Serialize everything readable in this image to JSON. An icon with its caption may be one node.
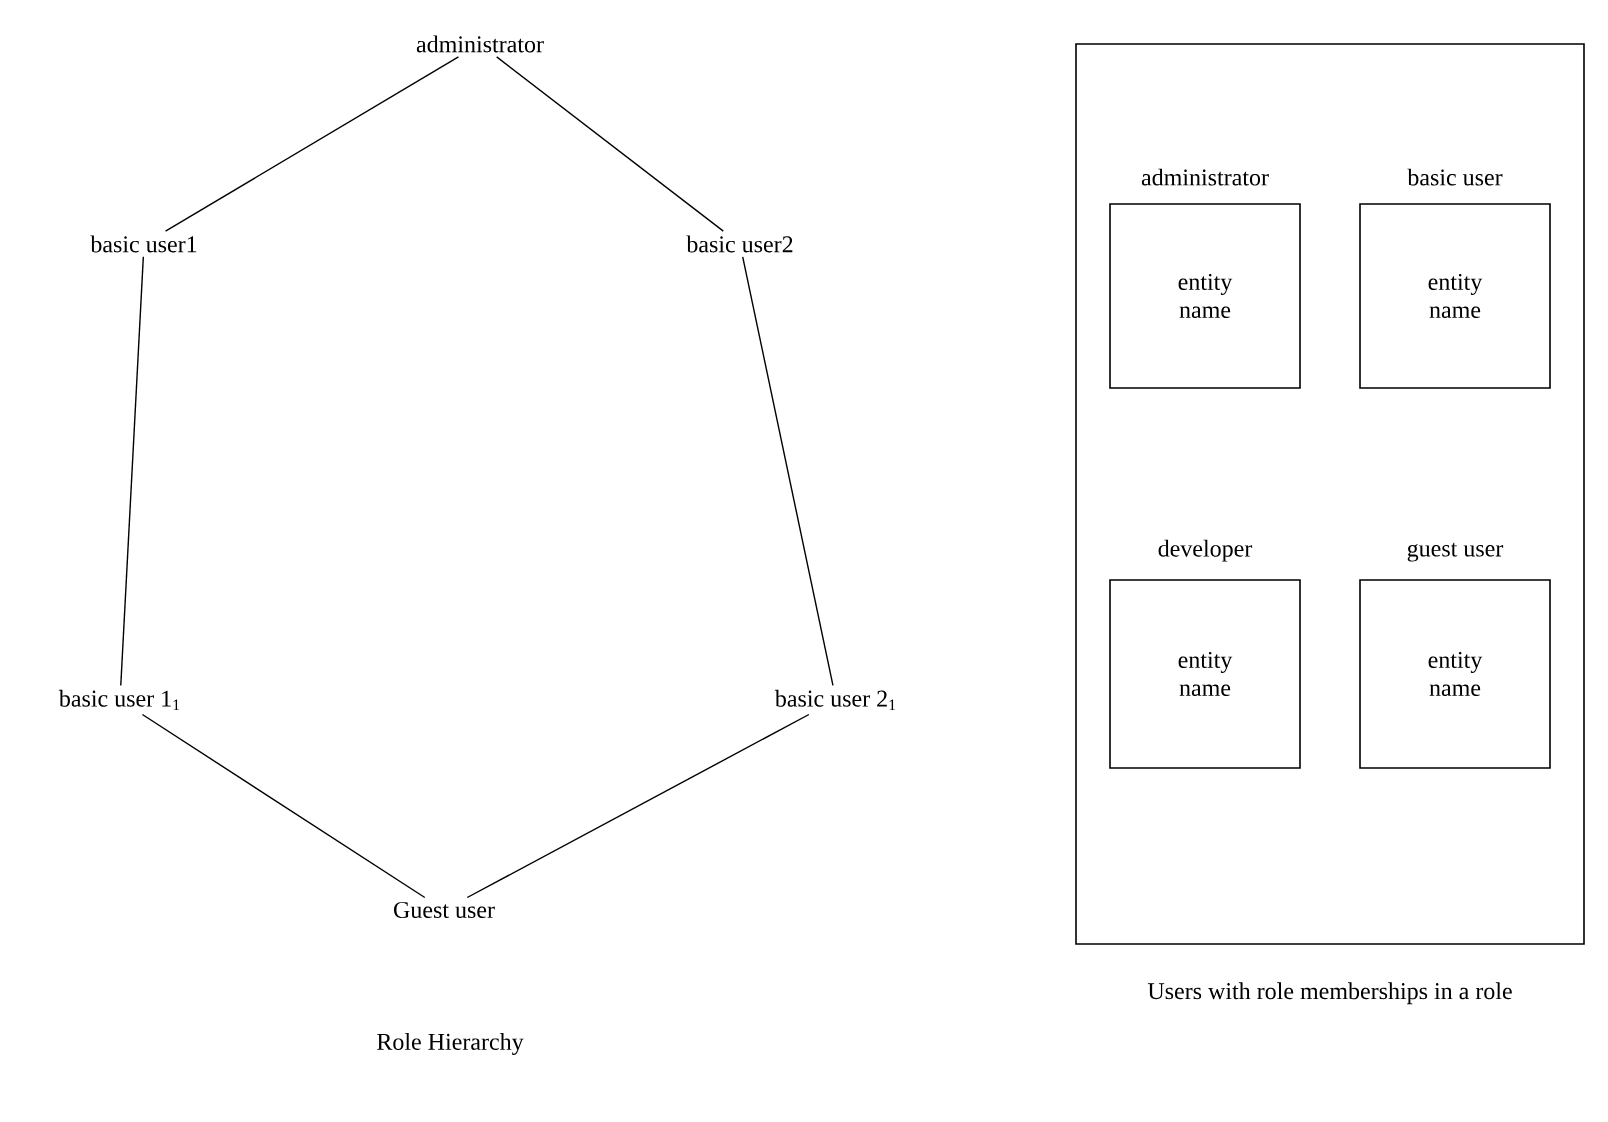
{
  "diagram": {
    "nodes": [
      {
        "text": [
          "administrator"
        ]
      },
      {
        "text": [
          "basic user1"
        ]
      },
      {
        "text": [
          "basic user2"
        ]
      },
      {
        "text": [
          "basic user 1$_{1}$"
        ]
      },
      {
        "text": [
          "basic user 2$_{1}$"
        ]
      },
      {
        "text": [
          "Guest user"
        ]
      },
      {
        "text": [],
        "shape": "box",
        "beside": [
          "Users with role memberships in a role"
        ]
      },
      {
        "text": [
          "administrator",
          "entity name"
        ],
        "in": 6
      },
      {
        "text": [
          "basic user",
          "entity name"
        ],
        "in": 6
      },
      {
        "text": [
          "developer",
          "entity name"
        ],
        "in": 6
      },
      {
        "text": [
          "guest user",
          "entity name"
        ],
        "in": 6
      }
    ],
    "edges": [
      {
        "from": 0,
        "to": 1,
        "arrow": "none"
      },
      {
        "from": 0,
        "to": 2,
        "arrow": "none"
      },
      {
        "from": 1,
        "to": 3,
        "arrow": "none"
      },
      {
        "from": 2,
        "to": 4,
        "arrow": "none"
      },
      {
        "from": 3,
        "to": 5,
        "arrow": "none"
      },
      {
        "from": 4,
        "to": 5,
        "arrow": "none"
      }
    ],
    "labels": [
      "Role Hierarchy"
    ]
  }
}
